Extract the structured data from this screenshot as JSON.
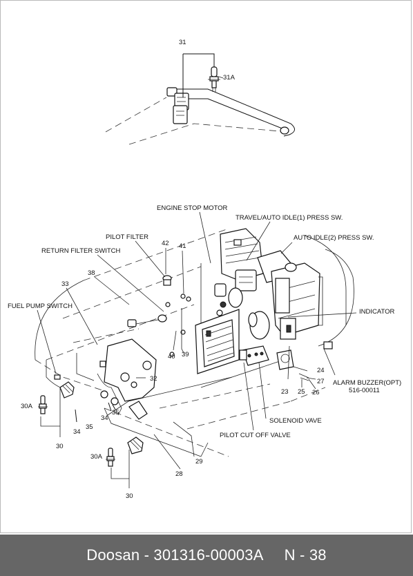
{
  "diagram": {
    "labels": {
      "engine_stop_motor": "ENGINE STOP MOTOR",
      "travel_auto_idle1": "TRAVEL/AUTO IDLE(1) PRESS SW.",
      "auto_idle2": "AUTO IDLE(2) PRESS SW.",
      "pilot_filter": "PILOT FILTER",
      "return_filter_switch": "RETURN FILTER SWITCH",
      "indicator": "INDICATOR",
      "fuel_pump_switch": "FUEL PUMP SWITCH",
      "alarm_buzzer": "ALARM BUZZER(OPT)",
      "alarm_buzzer_part": "516-00011",
      "solenoid_vave": "SOLENOID VAVE",
      "pilot_cut_off_valve": "PILOT CUT OFF VALVE"
    },
    "numbers": {
      "n31": "31",
      "n31a": "31A",
      "n42": "42",
      "n41": "41",
      "n38": "38",
      "n33": "33",
      "n40": "40",
      "n39": "39",
      "n32": "32",
      "n30a_left": "30A",
      "n35a": "35",
      "n34a": "34",
      "n35b": "35",
      "n34b": "34",
      "n30_left": "30",
      "n30a_bottom": "30A",
      "n30_bottom": "30",
      "n28": "28",
      "n29": "29",
      "n24": "24",
      "n27": "27",
      "n23": "23",
      "n25": "25",
      "n26": "26"
    }
  },
  "footer": {
    "brand_code": "Doosan - 301316-00003A",
    "page": "N - 38"
  }
}
